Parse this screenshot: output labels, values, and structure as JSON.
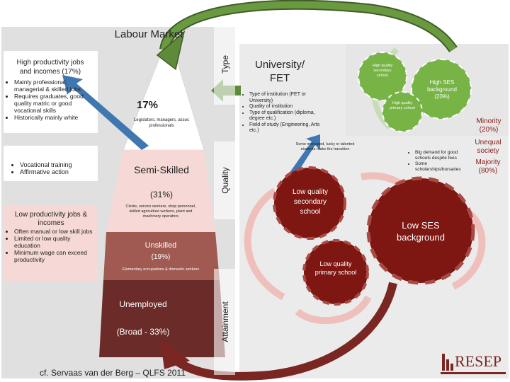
{
  "colors": {
    "labour_panel": "#e0e0e0",
    "right_panel": "#ebebeb",
    "pyramid_top": "#ffffff",
    "pyramid_semi": "#f6d9d6",
    "pyramid_unskilled": "#a05a52",
    "pyramid_unemployed": "#6b2b28",
    "pink_box": "#f6d9d6",
    "gear_green": "#77b345",
    "gear_dark": "#7e1612",
    "blue_arrow": "#3f78b0",
    "green_arrow": "#5e8a3a",
    "maroon_arrow": "#7a2622",
    "minority_text": "#8b1a15",
    "pink_arrow": "#f0b9b3"
  },
  "labour_market": {
    "title": "Labour Market",
    "type_label": "Type",
    "quality_label": "Quality",
    "attainment_label": "Attainment"
  },
  "high_productivity": {
    "title": "High productivity jobs and incomes (17%)",
    "bullets": [
      "Mainly professional, managerial & skilled jobs",
      "Requires graduates, good quality matric or good vocational skills",
      "Historically mainly white"
    ]
  },
  "mid_bullets": [
    "Vocational training",
    "Affirmative action"
  ],
  "low_productivity": {
    "title": "Low productivity jobs & incomes",
    "bullets": [
      "Often manual or low skill jobs",
      "Limited or low quality education",
      "Minimum wage can exceed productivity"
    ]
  },
  "pyramid": {
    "top_pct": "17%",
    "top_note": "Legislators, managers, assoc professionals",
    "semi_label": "Semi-Skilled",
    "semi_pct": "(31%)",
    "semi_note": "Clerks, service workers, shop personnel, skilled agriculture workers, plant and machinery operators",
    "unskilled_label": "Unskilled",
    "unskilled_pct": "(19%)",
    "unskilled_note": "Elementary occupations & domestic workers",
    "unemployed_label": "Unemployed",
    "unemployed_pct": "(Broad - 33%)"
  },
  "university": {
    "title": "University/ FET",
    "bullets": [
      "Type of institution (FET or University)",
      "Quality of institution",
      "Type of qualification (diploma, degree etc.)",
      "Field of study (Engineering, Arts etc.)"
    ],
    "note": "Some motivated, lucky or talented students make the transition"
  },
  "gears": {
    "high_secondary": "High quality secondary school",
    "high_ses": "High SES background (20%)",
    "high_primary": "High quality primary school",
    "low_secondary": "Low quality secondary school",
    "low_ses": "Low SES background",
    "low_primary": "Low quality primary school"
  },
  "demand_bullets": [
    "Big demand for good schools despite fees",
    "Some scholarships/bursaries"
  ],
  "minority": "Minority (20%)",
  "unequal": "Unequal society",
  "majority": "Majority (80%)",
  "citation": "cf. Servaas van der Berg – QLFS 2011",
  "logo": "RESEP"
}
